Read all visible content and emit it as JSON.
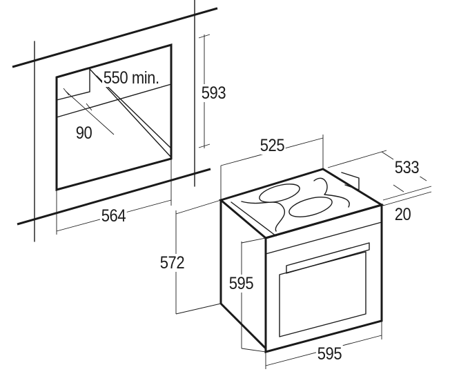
{
  "niche": {
    "depth_label": "550 min.",
    "height_label": "593",
    "gap_label": "90",
    "width_label": "564"
  },
  "oven": {
    "top_depth_label": "525",
    "side_depth_label": "533",
    "front_label": "20",
    "body_height_label": "572",
    "front_height_label": "595",
    "front_width_label": "595"
  }
}
